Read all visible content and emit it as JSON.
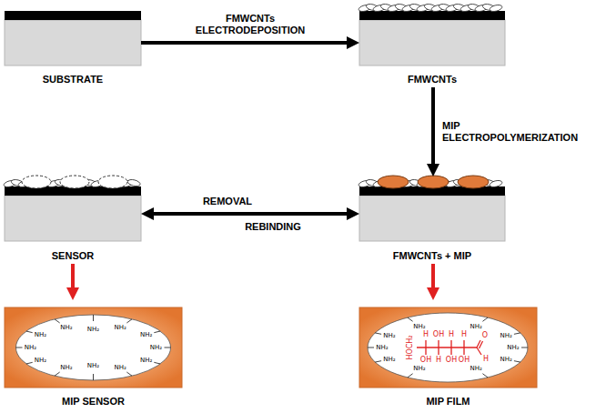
{
  "diagram": {
    "nodes": [
      {
        "text": [
          "SUBSTRATE"
        ]
      },
      {
        "text": [
          "FMWCNTs"
        ]
      },
      {
        "text": [
          "SENSOR"
        ]
      },
      {
        "text": [
          "FMWCNTs + MIP"
        ]
      },
      {
        "text": [
          "MIP SENSOR"
        ]
      },
      {
        "text": [
          "MIP FILM"
        ]
      }
    ],
    "edges": [
      {
        "from": 0,
        "to": 1,
        "arrow": "to",
        "label": "FMWCNTs ELECTRODEPOSITION"
      },
      {
        "from": 1,
        "to": 3,
        "arrow": "to",
        "label": "MIP ELECTROPOLYMERIZATION"
      },
      {
        "from": 3,
        "to": 2,
        "arrow": "both",
        "label": "REMOVAL"
      },
      {
        "from": 2,
        "to": 4,
        "arrow": "to"
      },
      {
        "from": 3,
        "to": 5,
        "arrow": "to"
      }
    ],
    "labels": [
      "REBINDING",
      "NH₂",
      "NH₂",
      "NH₂",
      "NH₂",
      "NH₂",
      "NH₂",
      "NH₂",
      "NH₂",
      "NH₂",
      "NH₂",
      "NH₂",
      "NH₂",
      "NH₂",
      "NH₂",
      "NH₂",
      "NH₂",
      "NH₂",
      "NH₂",
      "NH₂",
      "NH₂",
      "NH₂",
      "NH₂",
      "HOCH₂",
      "H",
      "OH",
      "H",
      "H",
      "OH",
      "H",
      "OH",
      "OH",
      "O",
      "H"
    ]
  }
}
